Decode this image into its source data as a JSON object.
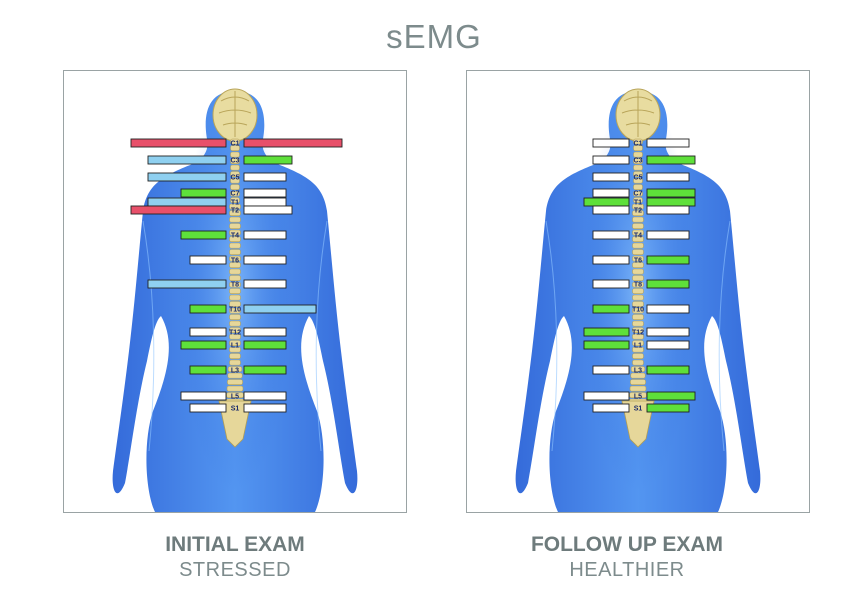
{
  "title": "sEMG",
  "colors": {
    "high": "#e8506a",
    "mid": "#8fd0f0",
    "good": "#5ee03a",
    "normal": "#ffffff",
    "body": "#1f5fd6"
  },
  "panels": [
    {
      "caption_title": "INITIAL EXAM",
      "caption_sub": "STRESSED",
      "readings": [
        {
          "level": "C1",
          "left": "high",
          "left_len": 3,
          "right": "high",
          "right_len": 3
        },
        {
          "level": "C3",
          "left": "mid",
          "left_len": 2,
          "right": "good",
          "right_len": 1
        },
        {
          "level": "C5",
          "left": "mid",
          "left_len": 2,
          "right": "normal",
          "right_len": 0
        },
        {
          "level": "C7",
          "left": "good",
          "left_len": 1,
          "right": "normal",
          "right_len": 0
        },
        {
          "level": "T1",
          "left": "mid",
          "left_len": 2,
          "right": "normal",
          "right_len": 0
        },
        {
          "level": "T2",
          "left": "high",
          "left_len": 3,
          "right": "normal",
          "right_len": 1
        },
        {
          "level": "T4",
          "left": "good",
          "left_len": 1,
          "right": "normal",
          "right_len": 0
        },
        {
          "level": "T6",
          "left": "normal",
          "left_len": 0,
          "right": "normal",
          "right_len": 0
        },
        {
          "level": "T8",
          "left": "mid",
          "left_len": 2,
          "right": "normal",
          "right_len": 0
        },
        {
          "level": "T10",
          "left": "good",
          "left_len": 0,
          "right": "mid",
          "right_len": 2
        },
        {
          "level": "T12",
          "left": "normal",
          "left_len": 0,
          "right": "normal",
          "right_len": 0
        },
        {
          "level": "L1",
          "left": "good",
          "left_len": 1,
          "right": "good",
          "right_len": 0
        },
        {
          "level": "L3",
          "left": "good",
          "left_len": 0,
          "right": "good",
          "right_len": 0
        },
        {
          "level": "L5",
          "left": "normal",
          "left_len": 1,
          "right": "normal",
          "right_len": 0
        },
        {
          "level": "S1",
          "left": "normal",
          "left_len": 0,
          "right": "normal",
          "right_len": 0
        }
      ]
    },
    {
      "caption_title": "FOLLOW UP EXAM",
      "caption_sub": "HEALTHIER",
      "readings": [
        {
          "level": "C1",
          "left": "normal",
          "left_len": 0,
          "right": "normal",
          "right_len": 0
        },
        {
          "level": "C3",
          "left": "normal",
          "left_len": 0,
          "right": "good",
          "right_len": 1
        },
        {
          "level": "C5",
          "left": "normal",
          "left_len": 0,
          "right": "normal",
          "right_len": 0
        },
        {
          "level": "C7",
          "left": "normal",
          "left_len": 0,
          "right": "good",
          "right_len": 1
        },
        {
          "level": "T1",
          "left": "good",
          "left_len": 1,
          "right": "good",
          "right_len": 1
        },
        {
          "level": "T2",
          "left": "normal",
          "left_len": 0,
          "right": "normal",
          "right_len": 0
        },
        {
          "level": "T4",
          "left": "normal",
          "left_len": 0,
          "right": "normal",
          "right_len": 0
        },
        {
          "level": "T6",
          "left": "normal",
          "left_len": 0,
          "right": "good",
          "right_len": 0
        },
        {
          "level": "T8",
          "left": "normal",
          "left_len": 0,
          "right": "good",
          "right_len": 0
        },
        {
          "level": "T10",
          "left": "good",
          "left_len": 0,
          "right": "normal",
          "right_len": 0
        },
        {
          "level": "T12",
          "left": "good",
          "left_len": 1,
          "right": "normal",
          "right_len": 0
        },
        {
          "level": "L1",
          "left": "good",
          "left_len": 1,
          "right": "normal",
          "right_len": 0
        },
        {
          "level": "L3",
          "left": "normal",
          "left_len": 0,
          "right": "good",
          "right_len": 0
        },
        {
          "level": "L5",
          "left": "normal",
          "left_len": 1,
          "right": "good",
          "right_len": 1
        },
        {
          "level": "S1",
          "left": "normal",
          "left_len": 0,
          "right": "good",
          "right_len": 0
        }
      ]
    }
  ]
}
